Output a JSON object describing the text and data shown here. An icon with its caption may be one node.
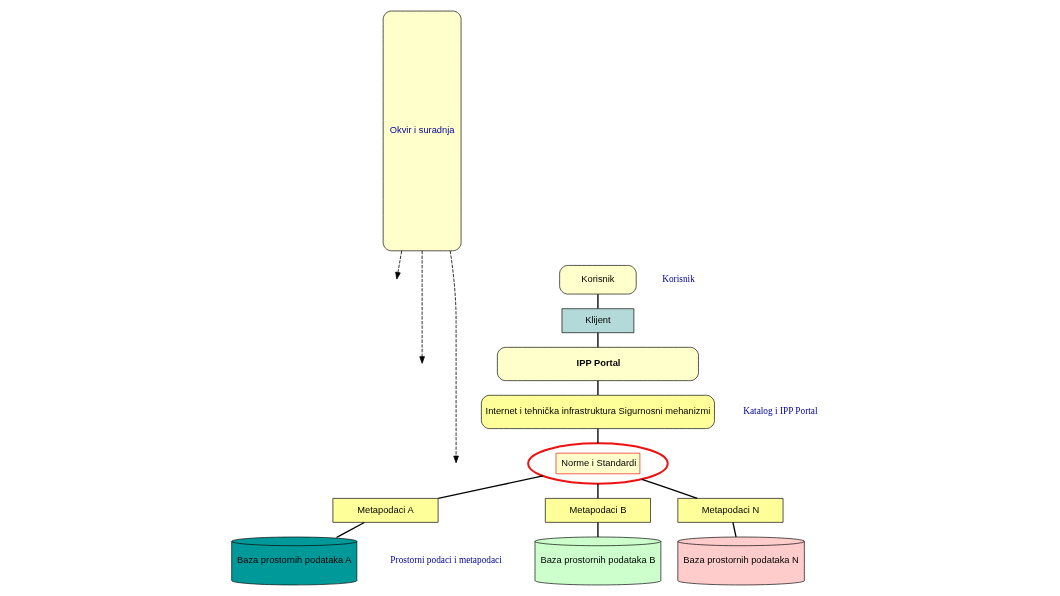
{
  "diagram": {
    "nodes": [
      {
        "text": [
          "Okvir i suradnja"
        ]
      },
      {
        "text": [
          "Korisnik"
        ]
      },
      {
        "text": [
          "Klijent"
        ]
      },
      {
        "text": [
          "IPP Portal"
        ]
      },
      {
        "text": [
          "Internet i tehnička infrastruktura Sigurnosni mehanizmi"
        ]
      },
      {
        "text": [
          "Norme i Standardi"
        ]
      },
      {
        "text": [
          "Metapodaci A"
        ]
      },
      {
        "text": [
          "Metapodaci B"
        ]
      },
      {
        "text": [
          "Metapodaci N"
        ]
      },
      {
        "text": [
          "Baza prostornih podataka A"
        ]
      },
      {
        "text": [
          "Baza prostornih podataka B"
        ]
      },
      {
        "text": [
          "Baza prostornih podataka N"
        ]
      }
    ],
    "edges": [
      {
        "from": 0,
        "to": null,
        "arrow": "to",
        "style": "dashed"
      },
      {
        "from": 0,
        "to": null,
        "arrow": "to",
        "style": "dashed"
      },
      {
        "from": 0,
        "to": null,
        "arrow": "to",
        "style": "dashed"
      },
      {
        "from": 1,
        "to": 2,
        "arrow": "none"
      },
      {
        "from": 2,
        "to": 3,
        "arrow": "none"
      },
      {
        "from": 3,
        "to": 4,
        "arrow": "none"
      },
      {
        "from": 4,
        "to": 5,
        "arrow": "none"
      },
      {
        "from": 5,
        "to": 6,
        "arrow": "none"
      },
      {
        "from": 5,
        "to": 7,
        "arrow": "none"
      },
      {
        "from": 5,
        "to": 8,
        "arrow": "none"
      },
      {
        "from": 6,
        "to": 9,
        "arrow": "none"
      },
      {
        "from": 7,
        "to": 10,
        "arrow": "none"
      },
      {
        "from": 8,
        "to": 11,
        "arrow": "none"
      }
    ],
    "labels": [
      "Korisnik",
      "Katalog i IPP Portal",
      "Prostorni podaci i metapodaci"
    ]
  }
}
